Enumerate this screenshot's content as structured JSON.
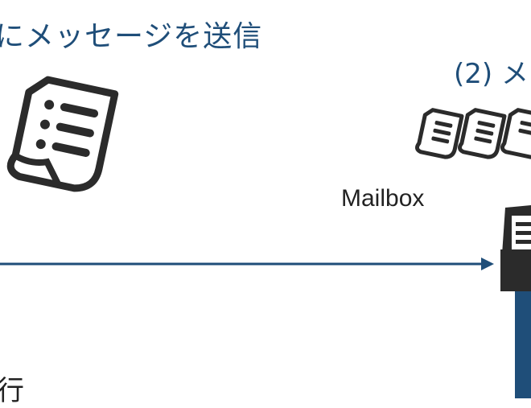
{
  "labels": {
    "send_message": "にメッセージを送信",
    "step2": "(2) メ",
    "mailbox": "Mailbox",
    "bottom_fragment": "行"
  },
  "colors": {
    "accent": "#1f4e79",
    "icon": "#2b2b2b",
    "text": "#222222"
  },
  "icons": {
    "document": "document-list-icon",
    "document_stack": "document-stack-icon",
    "mailbox": "mailbox-icon",
    "arrow": "arrow-right-icon"
  }
}
